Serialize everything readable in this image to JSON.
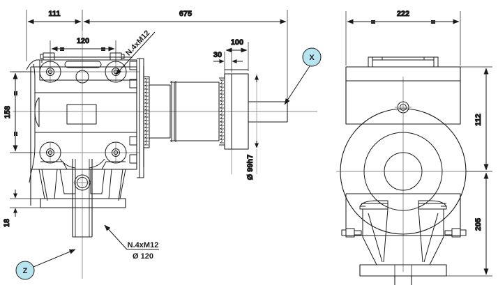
{
  "drawing": {
    "type": "engineering-drawing",
    "subject": "bevel helical gear unit / gearmotor — side elevation and end elevation",
    "background_color": "#ffffff",
    "line_color": "#1a1a1a",
    "centerline_color": "#8c8c8c",
    "balloon_fill": "#b8e4f0",
    "balloon_stroke": "#1a1a1a"
  },
  "left_view": {
    "name": "side-elevation",
    "dimensions": {
      "d_111": "111",
      "d_675": "675",
      "d_120": "120",
      "d_158": "158",
      "d_18": "18",
      "d_30": "30",
      "d_100": "100",
      "d_shaft_dia": "Ø 99h7"
    },
    "equal_marks": {
      "top_left": "=",
      "top_right": "=",
      "side_upper": "=",
      "side_lower": "="
    },
    "notes": {
      "bolt_note_upper": "N.4xM12",
      "bolt_note_lower_line1": "N.4xM12",
      "bolt_note_lower_line2": "Ø 120"
    },
    "balloons": {
      "x_label": "X",
      "z_label": "Z"
    }
  },
  "right_view": {
    "name": "end-elevation",
    "dimensions": {
      "d_222": "222",
      "d_112": "112",
      "d_205": "205"
    },
    "equal_marks": {
      "top_left": "=",
      "top_right": "="
    }
  }
}
